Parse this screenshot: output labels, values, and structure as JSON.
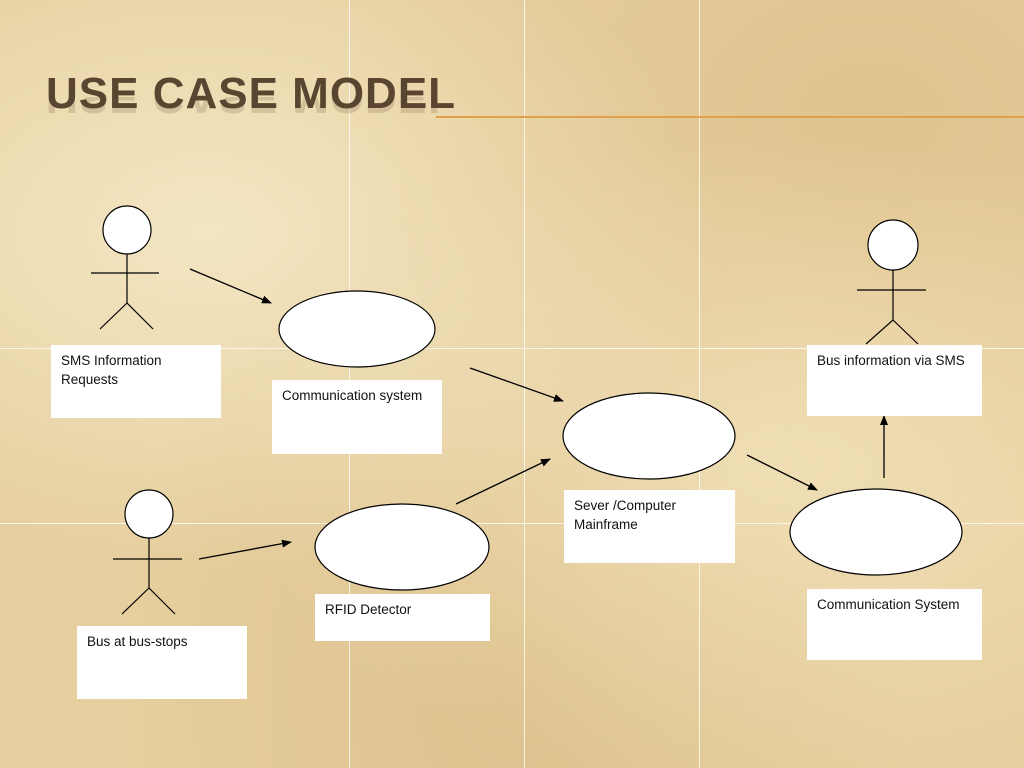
{
  "slide": {
    "title": "Use Case Model"
  },
  "actors": [
    {
      "id": "actor-sms",
      "label": "SMS Information Requests"
    },
    {
      "id": "actor-bus",
      "label": "Bus at bus-stops"
    },
    {
      "id": "actor-recipient",
      "label": "Bus information via SMS"
    }
  ],
  "use_cases": [
    {
      "id": "uc-communication-system-1",
      "label": "Communication system"
    },
    {
      "id": "uc-rfid-detector",
      "label": "RFID Detector"
    },
    {
      "id": "uc-server",
      "label": "Sever /Computer Mainframe"
    },
    {
      "id": "uc-communication-system-2",
      "label": "Communication System"
    }
  ],
  "colors": {
    "title": "#5a4630",
    "accent_rule": "#e2a04a",
    "background": "#e6cf9e"
  }
}
